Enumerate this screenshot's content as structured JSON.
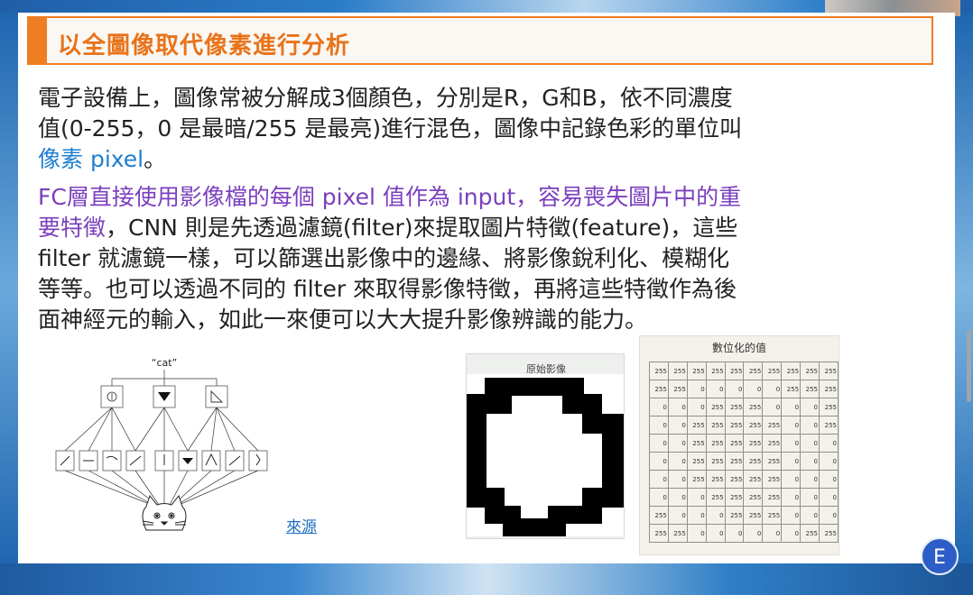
{
  "slide": {
    "title": "以全圖像取代像素進行分析",
    "para1": {
      "line1": "電子設備上，圖像常被分解成3個顏色，分別是R，G和B，依不同濃度",
      "line2": "值(0-255，0 是最暗/255 是最亮)進行混色，圖像中記錄色彩的單位叫",
      "line3_highlight": "像素 pixel",
      "line3_end": "。"
    },
    "para2": {
      "line1": "FC層直接使用影像檔的每個 pixel 值作為 input，容易喪失圖片中的重",
      "line2_purple": "要特徵",
      "line2_rest": "，CNN 則是先透過濾鏡(filter)來提取圖片特徵(feature)，這些",
      "line3": "filter 就濾鏡一樣，可以篩選出影像中的邊緣、將影像銳利化、模糊化",
      "line4": "等等。也可以透過不同的 filter 來取得影像特徵，再將這些特徵作為後",
      "line5": "面神經元的輸入，如此一來便可以大大提升影像辨識的能力。"
    },
    "figure_cat": {
      "label": "“cat”"
    },
    "source_link": "來源",
    "figure_original": {
      "caption": "原始影像"
    },
    "figure_digit": {
      "caption": "數位化的值",
      "rows": [
        [
          "255",
          "255",
          "255",
          "255",
          "255",
          "255",
          "255",
          "255",
          "255",
          "255"
        ],
        [
          "255",
          "255",
          "0",
          "0",
          "0",
          "0",
          "0",
          "255",
          "255",
          "255"
        ],
        [
          "0",
          "0",
          "0",
          "255",
          "255",
          "255",
          "0",
          "0",
          "0",
          "255"
        ],
        [
          "0",
          "0",
          "255",
          "255",
          "255",
          "255",
          "255",
          "0",
          "0",
          "255"
        ],
        [
          "0",
          "0",
          "255",
          "255",
          "255",
          "255",
          "255",
          "0",
          "0",
          "0"
        ],
        [
          "0",
          "0",
          "255",
          "255",
          "255",
          "255",
          "255",
          "0",
          "0",
          "0"
        ],
        [
          "0",
          "0",
          "255",
          "255",
          "255",
          "255",
          "255",
          "0",
          "0",
          "0"
        ],
        [
          "0",
          "0",
          "0",
          "255",
          "255",
          "255",
          "255",
          "0",
          "0",
          "0"
        ],
        [
          "255",
          "0",
          "0",
          "0",
          "255",
          "255",
          "255",
          "0",
          "0",
          "0"
        ],
        [
          "255",
          "255",
          "0",
          "0",
          "0",
          "0",
          "0",
          "0",
          "255",
          "255"
        ]
      ]
    }
  },
  "overlay": {
    "avatar_letter": "E"
  },
  "colors": {
    "accent": "#ef7d22",
    "link_blue": "#1d7fd0",
    "purple": "#7b3fbd"
  }
}
